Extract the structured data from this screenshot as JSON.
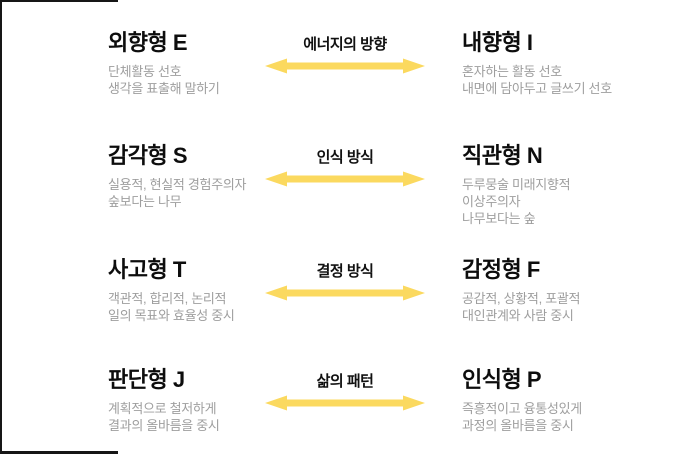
{
  "colors": {
    "arrow": "#FBD95F",
    "title": "#0d0d0d",
    "description": "#9e9e9e",
    "edge": "#161616"
  },
  "rows": [
    {
      "left": {
        "title": "외향형 E",
        "desc": [
          "단체활동 선호",
          "생각을 표출해 말하기"
        ]
      },
      "axis": "에너지의 방향",
      "right": {
        "title": "내향형 I",
        "desc": [
          "혼자하는 활동 선호",
          "내면에 담아두고 글쓰기 선호"
        ]
      }
    },
    {
      "left": {
        "title": "감각형 S",
        "desc": [
          "실용적, 현실적 경험주의자",
          "숲보다는 나무"
        ]
      },
      "axis": "인식 방식",
      "right": {
        "title": "직관형 N",
        "desc": [
          "두루뭉술 미래지향적",
          "이상주의자",
          "나무보다는 숲"
        ]
      }
    },
    {
      "left": {
        "title": "사고형 T",
        "desc": [
          "객관적, 합리적, 논리적",
          "일의 목표와 효율성 중시"
        ]
      },
      "axis": "결정 방식",
      "right": {
        "title": "감정형 F",
        "desc": [
          "공감적, 상황적, 포괄적",
          "대인관계와 사람 중시"
        ]
      }
    },
    {
      "left": {
        "title": "판단형 J",
        "desc": [
          "계획적으로 철저하게",
          "결과의 올바름을 중시"
        ]
      },
      "axis": "삶의 패턴",
      "right": {
        "title": "인식형 P",
        "desc": [
          "즉흥적이고 융통성있게",
          "과정의 올바름을 중시"
        ]
      }
    }
  ]
}
